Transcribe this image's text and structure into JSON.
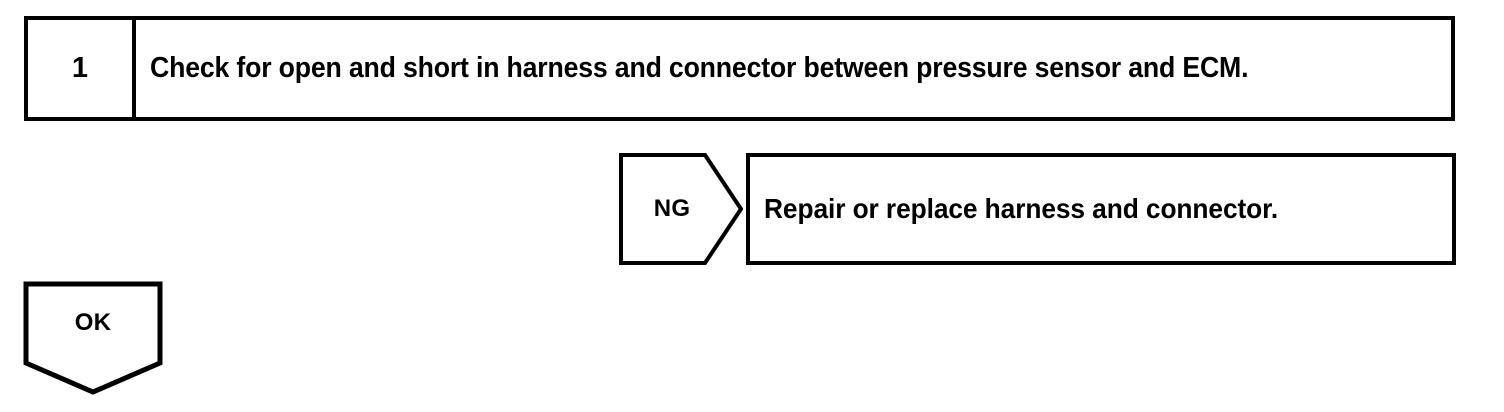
{
  "page": {
    "background_color": "#ffffff",
    "line_color": "#000000",
    "text_color": "#000000"
  },
  "step": {
    "number": "1",
    "instruction": "Check for open and short in harness and connector between pressure sensor and ECM."
  },
  "branches": {
    "ng": {
      "label": "NG",
      "result": "Repair or replace harness and connector."
    },
    "ok": {
      "label": "OK"
    }
  }
}
